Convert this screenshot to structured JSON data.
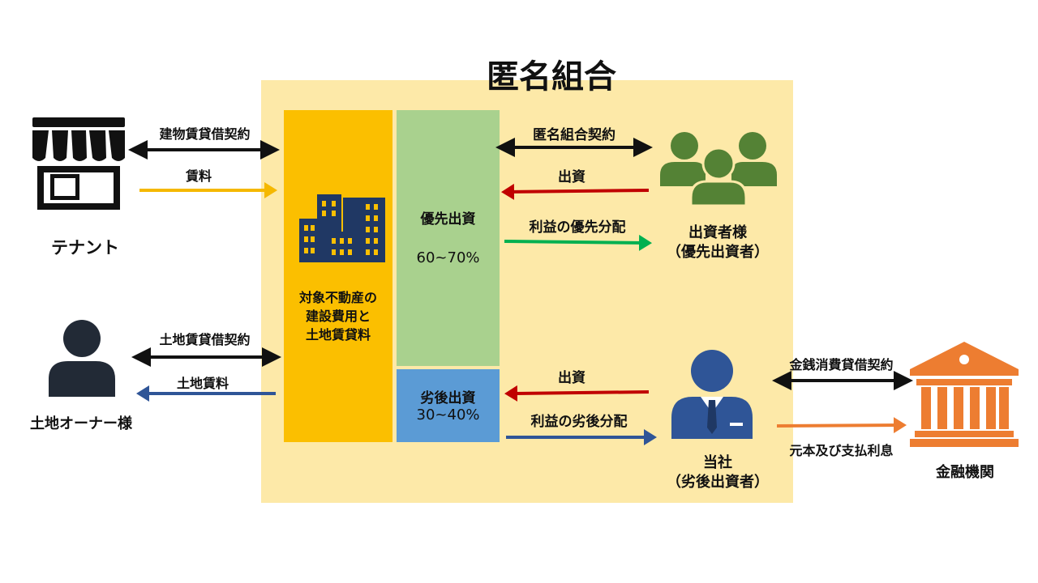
{
  "title": "匿名組合",
  "tenant": {
    "label": "テナント",
    "contract_label": "建物賃貸借契約",
    "rent_label": "賃料"
  },
  "landowner": {
    "label": "土地オーナー様",
    "contract_label": "土地賃貸借契約",
    "rent_label": "土地賃料"
  },
  "property_box": {
    "line1": "対象不動産の",
    "line2": "建設費用と",
    "line3": "土地賃貸料"
  },
  "senior": {
    "label": "優先出資",
    "ratio": "60~70%"
  },
  "junior": {
    "label": "劣後出資",
    "ratio": "30~40%"
  },
  "investors": {
    "contract_label": "匿名組合契約",
    "investment_label": "出資",
    "distribution_label": "利益の優先分配",
    "name_line1": "出資者様",
    "name_line2": "（優先出資者）"
  },
  "company": {
    "investment_label": "出資",
    "distribution_label": "利益の劣後分配",
    "name_line1": "当社",
    "name_line2": "（劣後出資者）"
  },
  "bank": {
    "contract_label": "金銭消費貸借契約",
    "repayment_label": "元本及び支払利息",
    "name": "金融機関"
  },
  "colors": {
    "black_arrow": "#111111",
    "yellow_arrow": "#f5b800",
    "red_arrow": "#c00000",
    "green_arrow": "#00b050",
    "blue_arrow": "#2f5597",
    "orange_arrow": "#ed7d31",
    "investor_icon": "#548235",
    "person_icon": "#2f5597",
    "bank_icon": "#ed7d31"
  },
  "icons": [
    "storefront-icon",
    "landowner-person-icon",
    "buildings-icon",
    "investors-group-icon",
    "businessman-icon",
    "bank-icon"
  ]
}
